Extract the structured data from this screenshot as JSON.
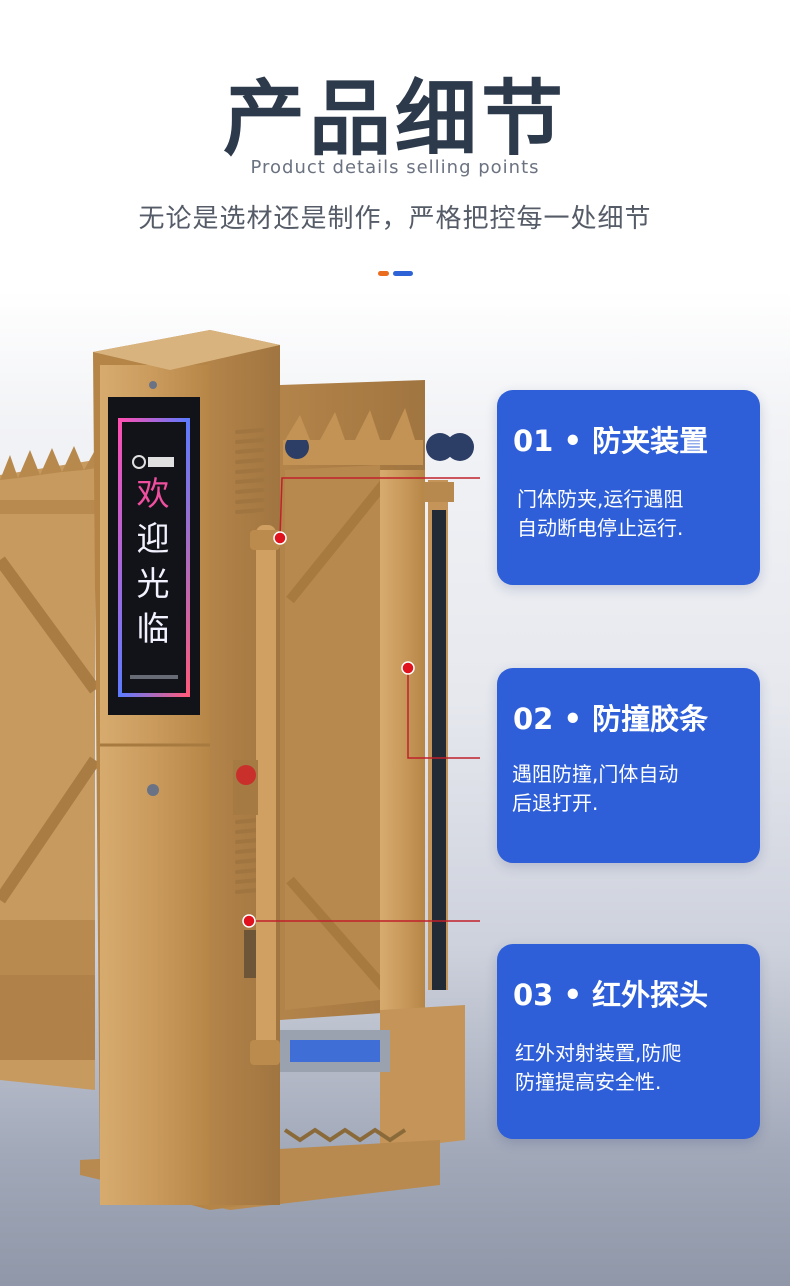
{
  "header": {
    "title": "产品细节",
    "subtitle": "Product details selling points",
    "tagline": "无论是选材还是制作，严格把控每一处细节",
    "accent_colors": [
      "#ea6c1f",
      "#2e63d8"
    ]
  },
  "product": {
    "display_lines": [
      "欢",
      "迎",
      "光",
      "临"
    ],
    "brand_icon": "brand-logo-icon"
  },
  "callouts": [
    {
      "title": "01 • 防夹装置",
      "desc_lines": [
        "门体防夹,运行遇阻",
        "自动断电停止运行."
      ]
    },
    {
      "title": "02 • 防撞胶条",
      "desc_lines": [
        "遇阻防撞,门体自动",
        "后退打开."
      ]
    },
    {
      "title": "03 • 红外探头",
      "desc_lines": [
        "红外对射装置,防爬",
        "防撞提高安全性."
      ]
    }
  ],
  "colors": {
    "callout_bg": "#2e5fd8",
    "leader_line": "#c0202a",
    "gold": "#c99a5c"
  }
}
